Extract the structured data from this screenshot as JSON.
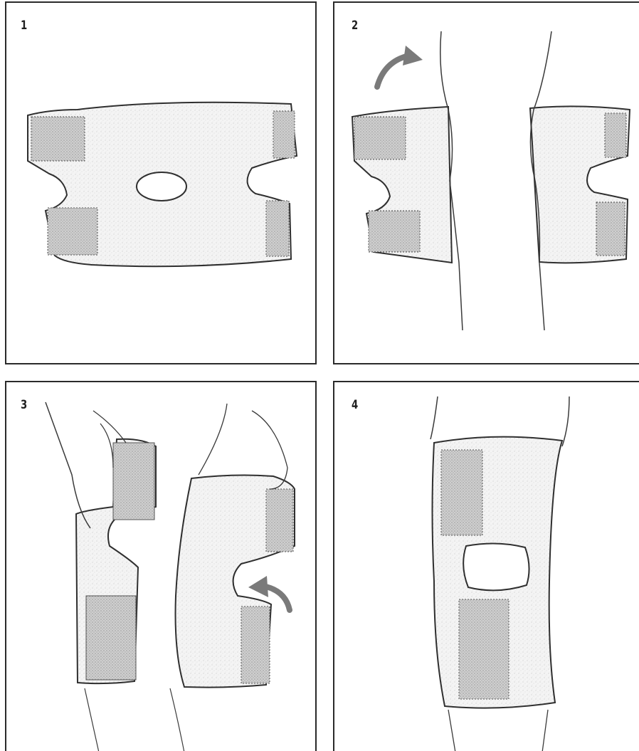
{
  "steps": [
    {
      "label": "1"
    },
    {
      "label": "2"
    },
    {
      "label": "3"
    },
    {
      "label": "4"
    }
  ],
  "colors": {
    "outline": "#2f2f2f",
    "brace_fill": "#f2f2f2",
    "velcro_fill": "#d9d9d9",
    "arrow": "#7a7a7a"
  }
}
